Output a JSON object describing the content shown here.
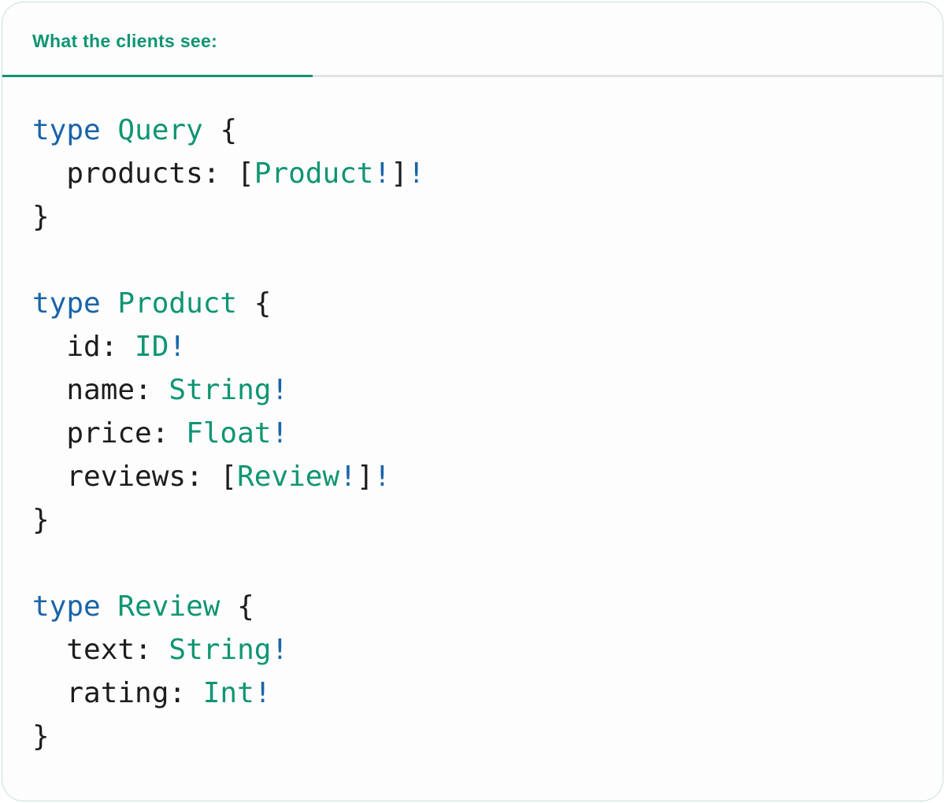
{
  "tab": {
    "label": "What the clients see:"
  },
  "colors": {
    "green": "#0F9573",
    "blue": "#1964A9",
    "text": "#1D1D1F",
    "divider": "#E3E3E3",
    "card_border": "#CBE0D1",
    "card_bg": "#FDFDFD"
  },
  "code": {
    "language": "graphql",
    "lines": [
      [
        {
          "t": "kw",
          "v": "type"
        },
        {
          "t": "plain",
          "v": " "
        },
        {
          "t": "type",
          "v": "Query"
        },
        {
          "t": "plain",
          "v": " {"
        }
      ],
      [
        {
          "t": "plain",
          "v": "  products: ["
        },
        {
          "t": "type",
          "v": "Product"
        },
        {
          "t": "bang",
          "v": "!"
        },
        {
          "t": "plain",
          "v": "]"
        },
        {
          "t": "bang",
          "v": "!"
        }
      ],
      [
        {
          "t": "plain",
          "v": "}"
        }
      ],
      [],
      [
        {
          "t": "kw",
          "v": "type"
        },
        {
          "t": "plain",
          "v": " "
        },
        {
          "t": "type",
          "v": "Product"
        },
        {
          "t": "plain",
          "v": " {"
        }
      ],
      [
        {
          "t": "plain",
          "v": "  id: "
        },
        {
          "t": "type",
          "v": "ID"
        },
        {
          "t": "bang",
          "v": "!"
        }
      ],
      [
        {
          "t": "plain",
          "v": "  name: "
        },
        {
          "t": "type",
          "v": "String"
        },
        {
          "t": "bang",
          "v": "!"
        }
      ],
      [
        {
          "t": "plain",
          "v": "  price: "
        },
        {
          "t": "type",
          "v": "Float"
        },
        {
          "t": "bang",
          "v": "!"
        }
      ],
      [
        {
          "t": "plain",
          "v": "  reviews: ["
        },
        {
          "t": "type",
          "v": "Review"
        },
        {
          "t": "bang",
          "v": "!"
        },
        {
          "t": "plain",
          "v": "]"
        },
        {
          "t": "bang",
          "v": "!"
        }
      ],
      [
        {
          "t": "plain",
          "v": "}"
        }
      ],
      [],
      [
        {
          "t": "kw",
          "v": "type"
        },
        {
          "t": "plain",
          "v": " "
        },
        {
          "t": "type",
          "v": "Review"
        },
        {
          "t": "plain",
          "v": " {"
        }
      ],
      [
        {
          "t": "plain",
          "v": "  text: "
        },
        {
          "t": "type",
          "v": "String"
        },
        {
          "t": "bang",
          "v": "!"
        }
      ],
      [
        {
          "t": "plain",
          "v": "  rating: "
        },
        {
          "t": "type",
          "v": "Int"
        },
        {
          "t": "bang",
          "v": "!"
        }
      ],
      [
        {
          "t": "plain",
          "v": "}"
        }
      ]
    ]
  }
}
